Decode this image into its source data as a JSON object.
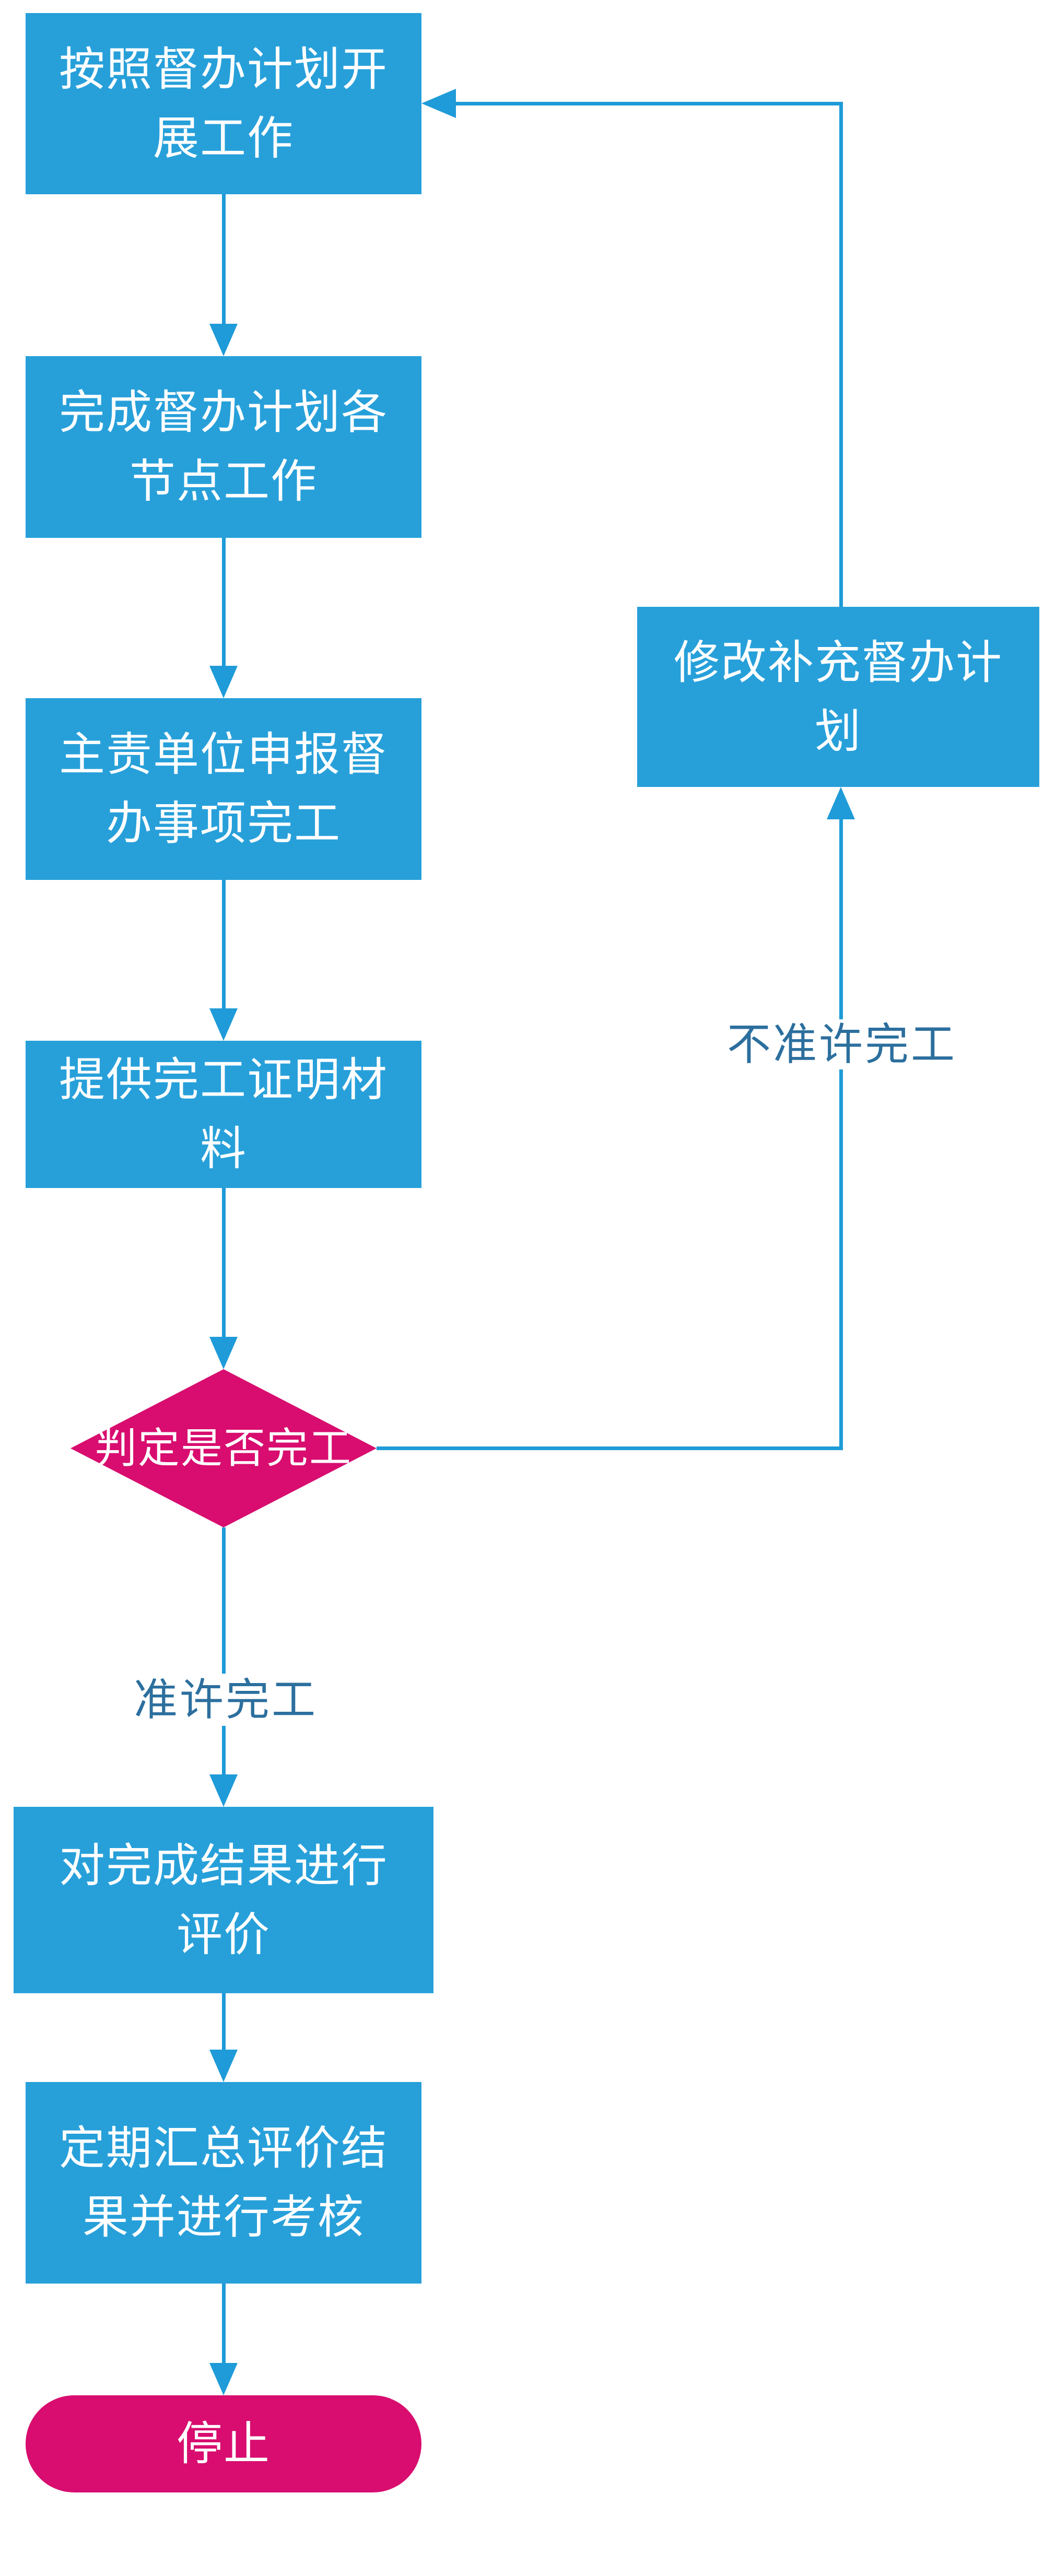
{
  "palette": {
    "process_fill": "#27a0da",
    "terminal_fill": "#d80d6f",
    "connector_line": "#1e9bd8",
    "edge_label_text": "#2c6f9e",
    "node_text": "#ffffff",
    "background": "#ffffff"
  },
  "flow": {
    "nodes": {
      "step1": {
        "type": "process",
        "lines": [
          "按照督办计划开",
          "展工作"
        ]
      },
      "step2": {
        "type": "process",
        "lines": [
          "完成督办计划各",
          "节点工作"
        ]
      },
      "step3": {
        "type": "process",
        "lines": [
          "主责单位申报督",
          "办事项完工"
        ]
      },
      "step4": {
        "type": "process",
        "lines": [
          "提供完工证明材",
          "料"
        ]
      },
      "decision": {
        "type": "decision",
        "label": "判定是否完工"
      },
      "revise": {
        "type": "process",
        "lines": [
          "修改补充督办计",
          "划"
        ]
      },
      "step5": {
        "type": "process",
        "lines": [
          "对完成结果进行",
          "评价"
        ]
      },
      "step6": {
        "type": "process",
        "lines": [
          "定期汇总评价结",
          "果并进行考核"
        ]
      },
      "stop": {
        "type": "terminator",
        "label": "停止"
      }
    },
    "edge_labels": {
      "approve": "准许完工",
      "reject": "不准许完工"
    }
  }
}
